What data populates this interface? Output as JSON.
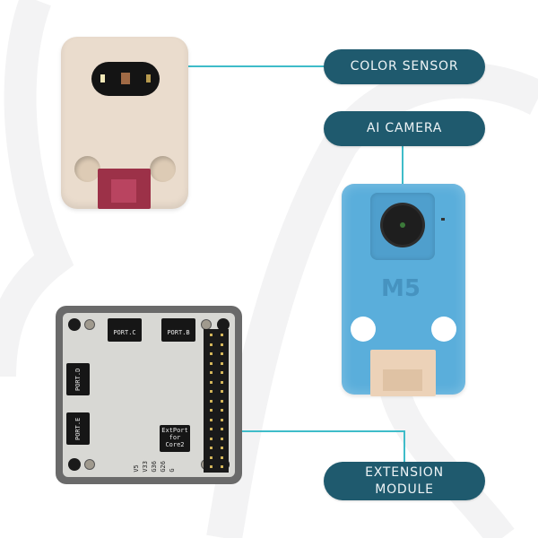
{
  "labels": {
    "color_sensor": "COLOR SENSOR",
    "ai_camera": "AI CAMERA",
    "extension_module_line1": "EXTENSION",
    "extension_module_line2": "MODULE"
  },
  "colors": {
    "pill_background": "#1f5a6e",
    "pill_text": "#eef4f6",
    "connector_line": "#3fbcc9",
    "background": "#ffffff"
  },
  "extension_module": {
    "port_labels": [
      "PORT.C",
      "PORT.B",
      "PORT.D",
      "PORT.E"
    ],
    "extport_label_line1": "ExtPort",
    "extport_label_line2": "for",
    "extport_label_line3": "Core2",
    "pin_labels": [
      "V5",
      "V33",
      "G36",
      "G26",
      "G"
    ]
  },
  "camera": {
    "logo_text": "M5"
  }
}
